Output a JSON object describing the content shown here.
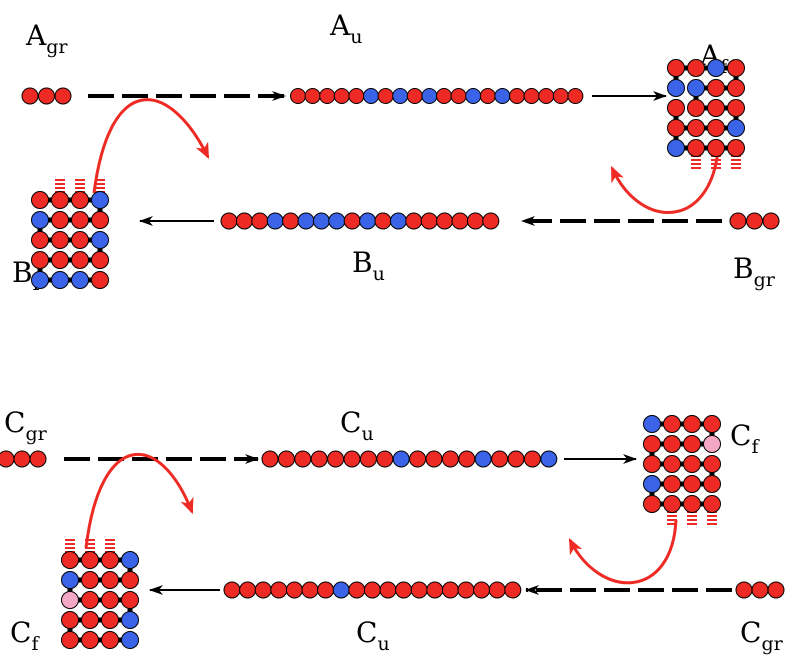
{
  "colors": {
    "red": "#ee2a24",
    "blue": "#3a63e8",
    "pink": "#f4a7c4",
    "outline": "#000000",
    "arrow_red": "#ee2a24"
  },
  "labels": {
    "a_gr": {
      "main": "A",
      "sub": "gr"
    },
    "a_u": {
      "main": "A",
      "sub": "u"
    },
    "a_f": {
      "main": "A",
      "sub": "f"
    },
    "b_f": {
      "main": "B",
      "sub": "f"
    },
    "b_u": {
      "main": "B",
      "sub": "u"
    },
    "b_gr": {
      "main": "B",
      "sub": "gr"
    },
    "c_gr_top": {
      "main": "C",
      "sub": "gr"
    },
    "c_u_top": {
      "main": "C",
      "sub": "u"
    },
    "c_f_top": {
      "main": "C",
      "sub": "f"
    },
    "c_f_bottom": {
      "main": "C",
      "sub": "f"
    },
    "c_u_bottom": {
      "main": "C",
      "sub": "u"
    },
    "c_gr_bottom": {
      "main": "C",
      "sub": "gr"
    }
  },
  "chains": {
    "a_gr": "RRR",
    "a_u": "RRRRRBRBRBRRBRBRRRRR",
    "b_u": "RRRBRBBBRBRBRRRRRR",
    "b_gr": "RRR",
    "c_gr_top": "RRR",
    "c_u_top": "RRRRRRRRBRRRRBRRRB",
    "c_gr_bottom": "RRR",
    "c_u_bottom": "RRRRRRRBRRRRRRRRRRR"
  },
  "folded_bead_colors": {
    "a_f": [
      "B",
      "R",
      "R",
      "B",
      "R",
      "R",
      "R",
      "B",
      "R",
      "R",
      "R",
      "B",
      "R",
      "R",
      "R",
      "R",
      "B",
      "R",
      "R",
      "R"
    ],
    "b_f": [
      "R",
      "R",
      "R",
      "B",
      "R",
      "R",
      "R",
      "B",
      "R",
      "R",
      "R",
      "B",
      "R",
      "R",
      "R",
      "R",
      "B",
      "B",
      "B",
      "R"
    ],
    "c_f_top": [
      "B",
      "R",
      "R",
      "R",
      "P",
      "R",
      "R",
      "R",
      "R",
      "R",
      "R",
      "R",
      "R",
      "R",
      "R",
      "B",
      "R",
      "R",
      "R",
      "R"
    ],
    "c_f_bottom": [
      "R",
      "R",
      "R",
      "B",
      "R",
      "R",
      "R",
      "B",
      "P",
      "R",
      "R",
      "R",
      "B",
      "R",
      "R",
      "R",
      "R",
      "R",
      "R",
      "B"
    ]
  }
}
